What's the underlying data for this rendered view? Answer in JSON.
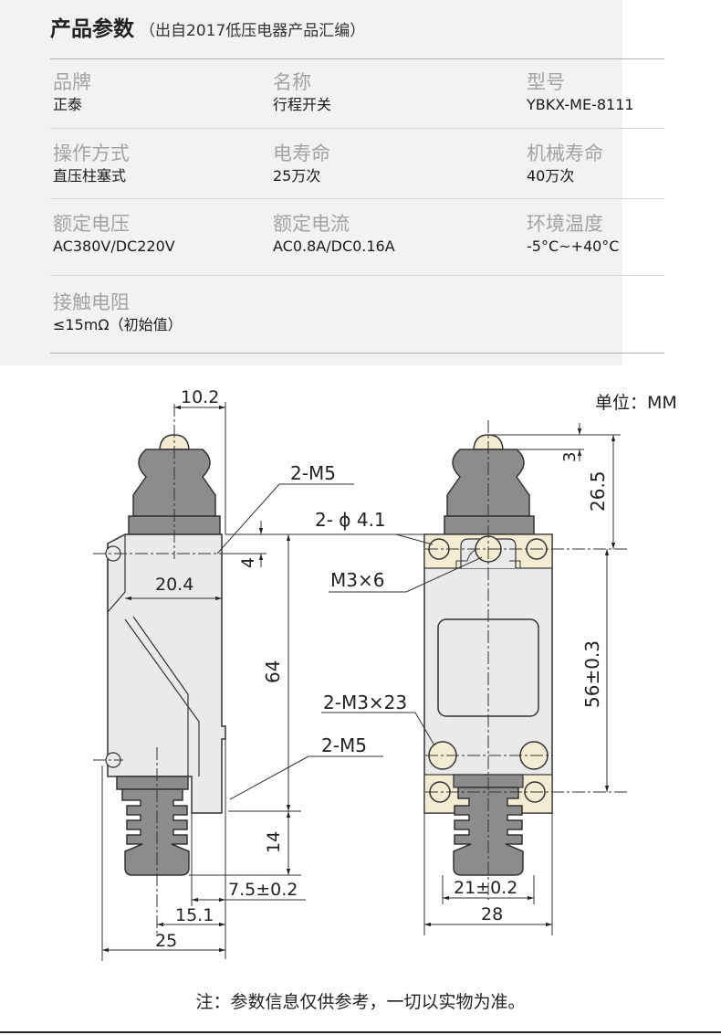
{
  "spec": {
    "title": "产品参数",
    "subtitle": "（出自2017低压电器产品汇编）",
    "rows": [
      [
        {
          "label": "品牌",
          "value": "正泰"
        },
        {
          "label": "名称",
          "value": "行程开关"
        },
        {
          "label": "型号",
          "value": "YBKX-ME-8111"
        }
      ],
      [
        {
          "label": "操作方式",
          "value": "直压柱塞式"
        },
        {
          "label": "电寿命",
          "value": "25万次"
        },
        {
          "label": "机械寿命",
          "value": "40万次"
        }
      ],
      [
        {
          "label": "额定电压",
          "value": "AC380V/DC220V"
        },
        {
          "label": "额定电流",
          "value": "AC0.8A/DC0.16A"
        },
        {
          "label": "环境温度",
          "value": "-5°C~+40°C"
        }
      ],
      [
        {
          "label": "接触电阻",
          "value": "≤15mΩ（初始值）"
        }
      ]
    ]
  },
  "drawing": {
    "unit": "单位：MM",
    "side": {
      "d_top_width": "10.2",
      "d_m5_upper": "2-M5",
      "d_4": "4",
      "d_20_4": "20.4",
      "d_64": "64",
      "d_m5_lower": "2-M5",
      "d_14": "14",
      "d_7_5": "7.5±0.2",
      "d_15_1": "15.1",
      "d_25": "25"
    },
    "front": {
      "d_3": "3",
      "d_26_5": "26.5",
      "d_phi": "2-  ϕ 4.1",
      "d_m3x6": "M3×6",
      "d_56": "56±0.3",
      "d_m3x23": "2-M3×23",
      "d_21": "21±0.2",
      "d_28": "28"
    }
  },
  "note": "注：参数信息仅供参考，一切以实物为准。"
}
